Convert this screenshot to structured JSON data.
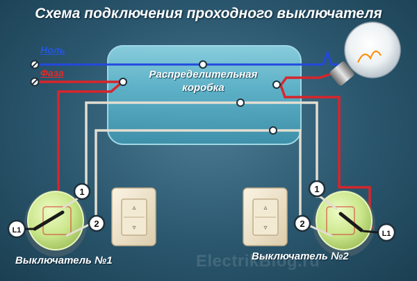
{
  "title": "Схема подключения проходного выключателя",
  "labels": {
    "neutral": "Ноль",
    "phase": "Фаза"
  },
  "junction_box": {
    "line1": "Распределительная",
    "line2": "коробка"
  },
  "switches": [
    {
      "label": "Выключатель №1",
      "terminals": [
        "1",
        "2",
        "L1"
      ]
    },
    {
      "label": "Выключатель №2",
      "terminals": [
        "1",
        "2",
        "L1"
      ]
    }
  ],
  "watermark": "ElectrikBlog.ru",
  "colors": {
    "neutral_wire": "#2348e0",
    "phase_wire": "#d8252b",
    "traveler_wire": "#e3ded2",
    "switch_green": "#cfe98e",
    "terminal_badge": "#ffffff"
  },
  "icons": [
    "terminal-screw-icon",
    "light-bulb-icon",
    "switch-face-icon"
  ]
}
